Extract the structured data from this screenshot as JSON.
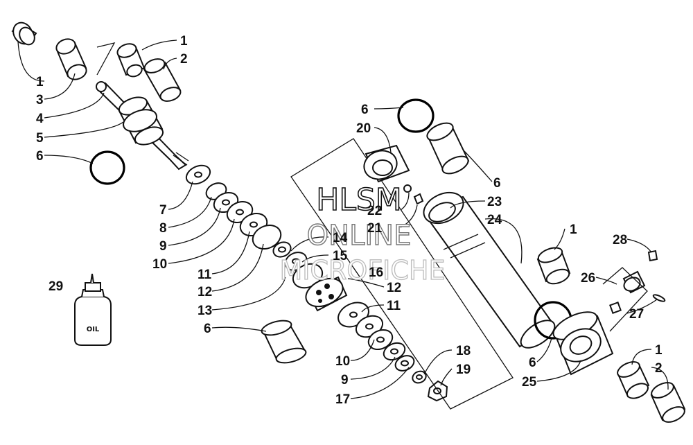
{
  "watermark": {
    "line1": "HLSM",
    "line2": "ONLINE",
    "line3": "MICROFICHE"
  },
  "bottle_label": "OIL",
  "callouts": {
    "c1a": "1",
    "c2a": "2",
    "c1b": "1",
    "c3": "3",
    "c4": "4",
    "c5": "5",
    "c6a": "6",
    "c7": "7",
    "c8": "8",
    "c9a": "9",
    "c10a": "10",
    "c11a": "11",
    "c12a": "12",
    "c13": "13",
    "c6b": "6",
    "c29": "29",
    "c14": "14",
    "c15": "15",
    "c16": "16",
    "c12b": "12",
    "c11b": "11",
    "c10b": "10",
    "c9b": "9",
    "c17": "17",
    "c18": "18",
    "c19": "19",
    "c6c": "6",
    "c20": "20",
    "c22": "22",
    "c21": "21",
    "c6d": "6",
    "c23": "23",
    "c24": "24",
    "c1c": "1",
    "c28": "28",
    "c26": "26",
    "c27": "27",
    "c6e": "6",
    "c25": "25",
    "c1d": "1",
    "c2b": "2"
  },
  "icons": [
    "shock-body-icon",
    "piston-icon",
    "reservoir-icon",
    "oil-bottle-icon",
    "o-ring-icon"
  ]
}
